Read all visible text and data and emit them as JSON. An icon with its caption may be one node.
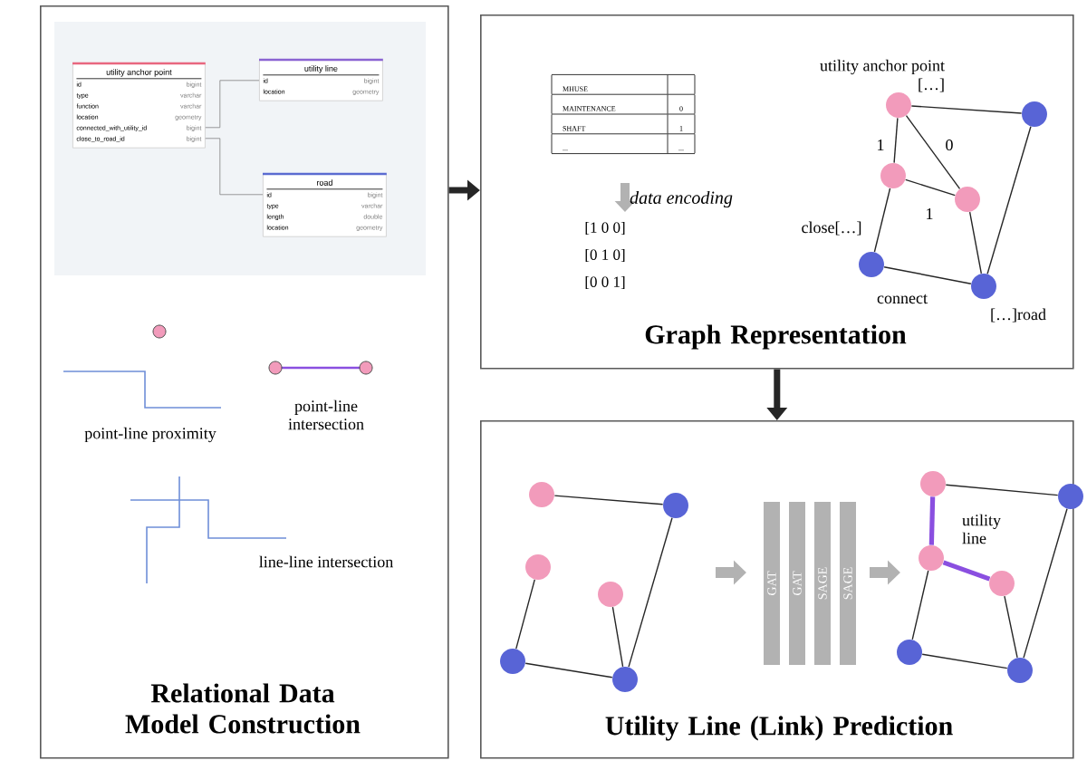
{
  "diagram": {
    "nodes": [
      {
        "text": [
          "Relational Data Model Construction"
        ]
      },
      {
        "text": [
          "utility anchor point",
          "id",
          "bigint",
          "type",
          "varchar",
          "function",
          "varchar",
          "location",
          "geometry",
          "connected_with_utility_id",
          "bigint",
          "close_to_road_id",
          "bigint"
        ],
        "in": 0
      },
      {
        "text": [
          "utility line",
          "id",
          "bigint",
          "location",
          "geometry"
        ],
        "in": 0
      },
      {
        "text": [
          "road",
          "id",
          "bigint",
          "type",
          "varchar",
          "length",
          "double",
          "location",
          "geometry"
        ],
        "in": 0
      },
      {
        "text": [
          "Graph Representation"
        ]
      },
      {
        "text": [],
        "shape": "circle",
        "in": 4,
        "beside": [
          "utility anchor point",
          "[…]"
        ]
      },
      {
        "text": [],
        "shape": "circle",
        "in": 4
      },
      {
        "text": [],
        "shape": "circle",
        "in": 4
      },
      {
        "text": [],
        "shape": "circle",
        "in": 4
      },
      {
        "text": [],
        "shape": "circle",
        "in": 4
      },
      {
        "text": [],
        "shape": "circle",
        "in": 4,
        "beside": [
          "[…]road"
        ]
      },
      {
        "text": [
          "Utility Line (Link) Prediction"
        ]
      },
      {
        "text": [],
        "shape": "circle",
        "in": 11
      },
      {
        "text": [],
        "shape": "circle",
        "in": 11
      },
      {
        "text": [],
        "shape": "circle",
        "in": 11
      },
      {
        "text": [],
        "shape": "circle",
        "in": 11
      },
      {
        "text": [],
        "shape": "circle",
        "in": 11
      },
      {
        "text": [],
        "shape": "circle",
        "in": 11
      },
      {
        "text": [
          "GAT"
        ],
        "in": 11
      },
      {
        "text": [
          "GAT"
        ],
        "in": 11
      },
      {
        "text": [
          "SAGE"
        ],
        "in": 11
      },
      {
        "text": [
          "SAGE"
        ],
        "in": 11
      },
      {
        "text": [],
        "shape": "circle",
        "in": 11
      },
      {
        "text": [],
        "shape": "circle",
        "in": 11
      },
      {
        "text": [],
        "shape": "circle",
        "in": 11
      },
      {
        "text": [],
        "shape": "circle",
        "in": 11
      },
      {
        "text": [],
        "shape": "circle",
        "in": 11
      },
      {
        "text": [],
        "shape": "circle",
        "in": 11
      }
    ],
    "edges": [
      {
        "from": 0,
        "to": 4,
        "arrow": "to",
        "style": "thick"
      },
      {
        "from": 4,
        "to": 11,
        "arrow": "to",
        "style": "thick"
      },
      {
        "from": 1,
        "to": 2,
        "arrow": "none"
      },
      {
        "from": 1,
        "to": 3,
        "arrow": "none"
      },
      {
        "from": 5,
        "to": 6,
        "arrow": "none"
      },
      {
        "from": 5,
        "to": 7,
        "arrow": "none",
        "label": "1"
      },
      {
        "from": 5,
        "to": 8,
        "arrow": "none",
        "label": "0"
      },
      {
        "from": 7,
        "to": 8,
        "arrow": "none",
        "label": "1"
      },
      {
        "from": 7,
        "to": 9,
        "arrow": "none",
        "label": "close[…]"
      },
      {
        "from": 8,
        "to": 10,
        "arrow": "none"
      },
      {
        "from": 6,
        "to": 10,
        "arrow": "none"
      },
      {
        "from": 9,
        "to": 10,
        "arrow": "none",
        "label": "connect"
      },
      {
        "from": 12,
        "to": 13,
        "arrow": "none"
      },
      {
        "from": 13,
        "to": 17,
        "arrow": "none"
      },
      {
        "from": 14,
        "to": 16,
        "arrow": "none"
      },
      {
        "from": 15,
        "to": 17,
        "arrow": "none"
      },
      {
        "from": 16,
        "to": 17,
        "arrow": "none"
      },
      {
        "from": 22,
        "to": 23,
        "arrow": "none"
      },
      {
        "from": 22,
        "to": 24,
        "arrow": "none",
        "style": "thick",
        "color": "#8a4fe0",
        "label": "utility line"
      },
      {
        "from": 24,
        "to": 25,
        "arrow": "none",
        "style": "thick",
        "color": "#8a4fe0"
      },
      {
        "from": 24,
        "to": 26,
        "arrow": "none"
      },
      {
        "from": 25,
        "to": 27,
        "arrow": "none"
      },
      {
        "from": 23,
        "to": 27,
        "arrow": "none"
      },
      {
        "from": 26,
        "to": 27,
        "arrow": "none"
      }
    ],
    "labels": [
      "point-line proximity",
      "point-line intersection",
      "line-line intersection",
      "MHUSE",
      "MAINTENANCE",
      "0",
      "SHAFT",
      "1",
      "...",
      "...",
      "data encoding",
      "[1 0 0]",
      "[0 1 0]",
      "[0 0 1]"
    ]
  }
}
